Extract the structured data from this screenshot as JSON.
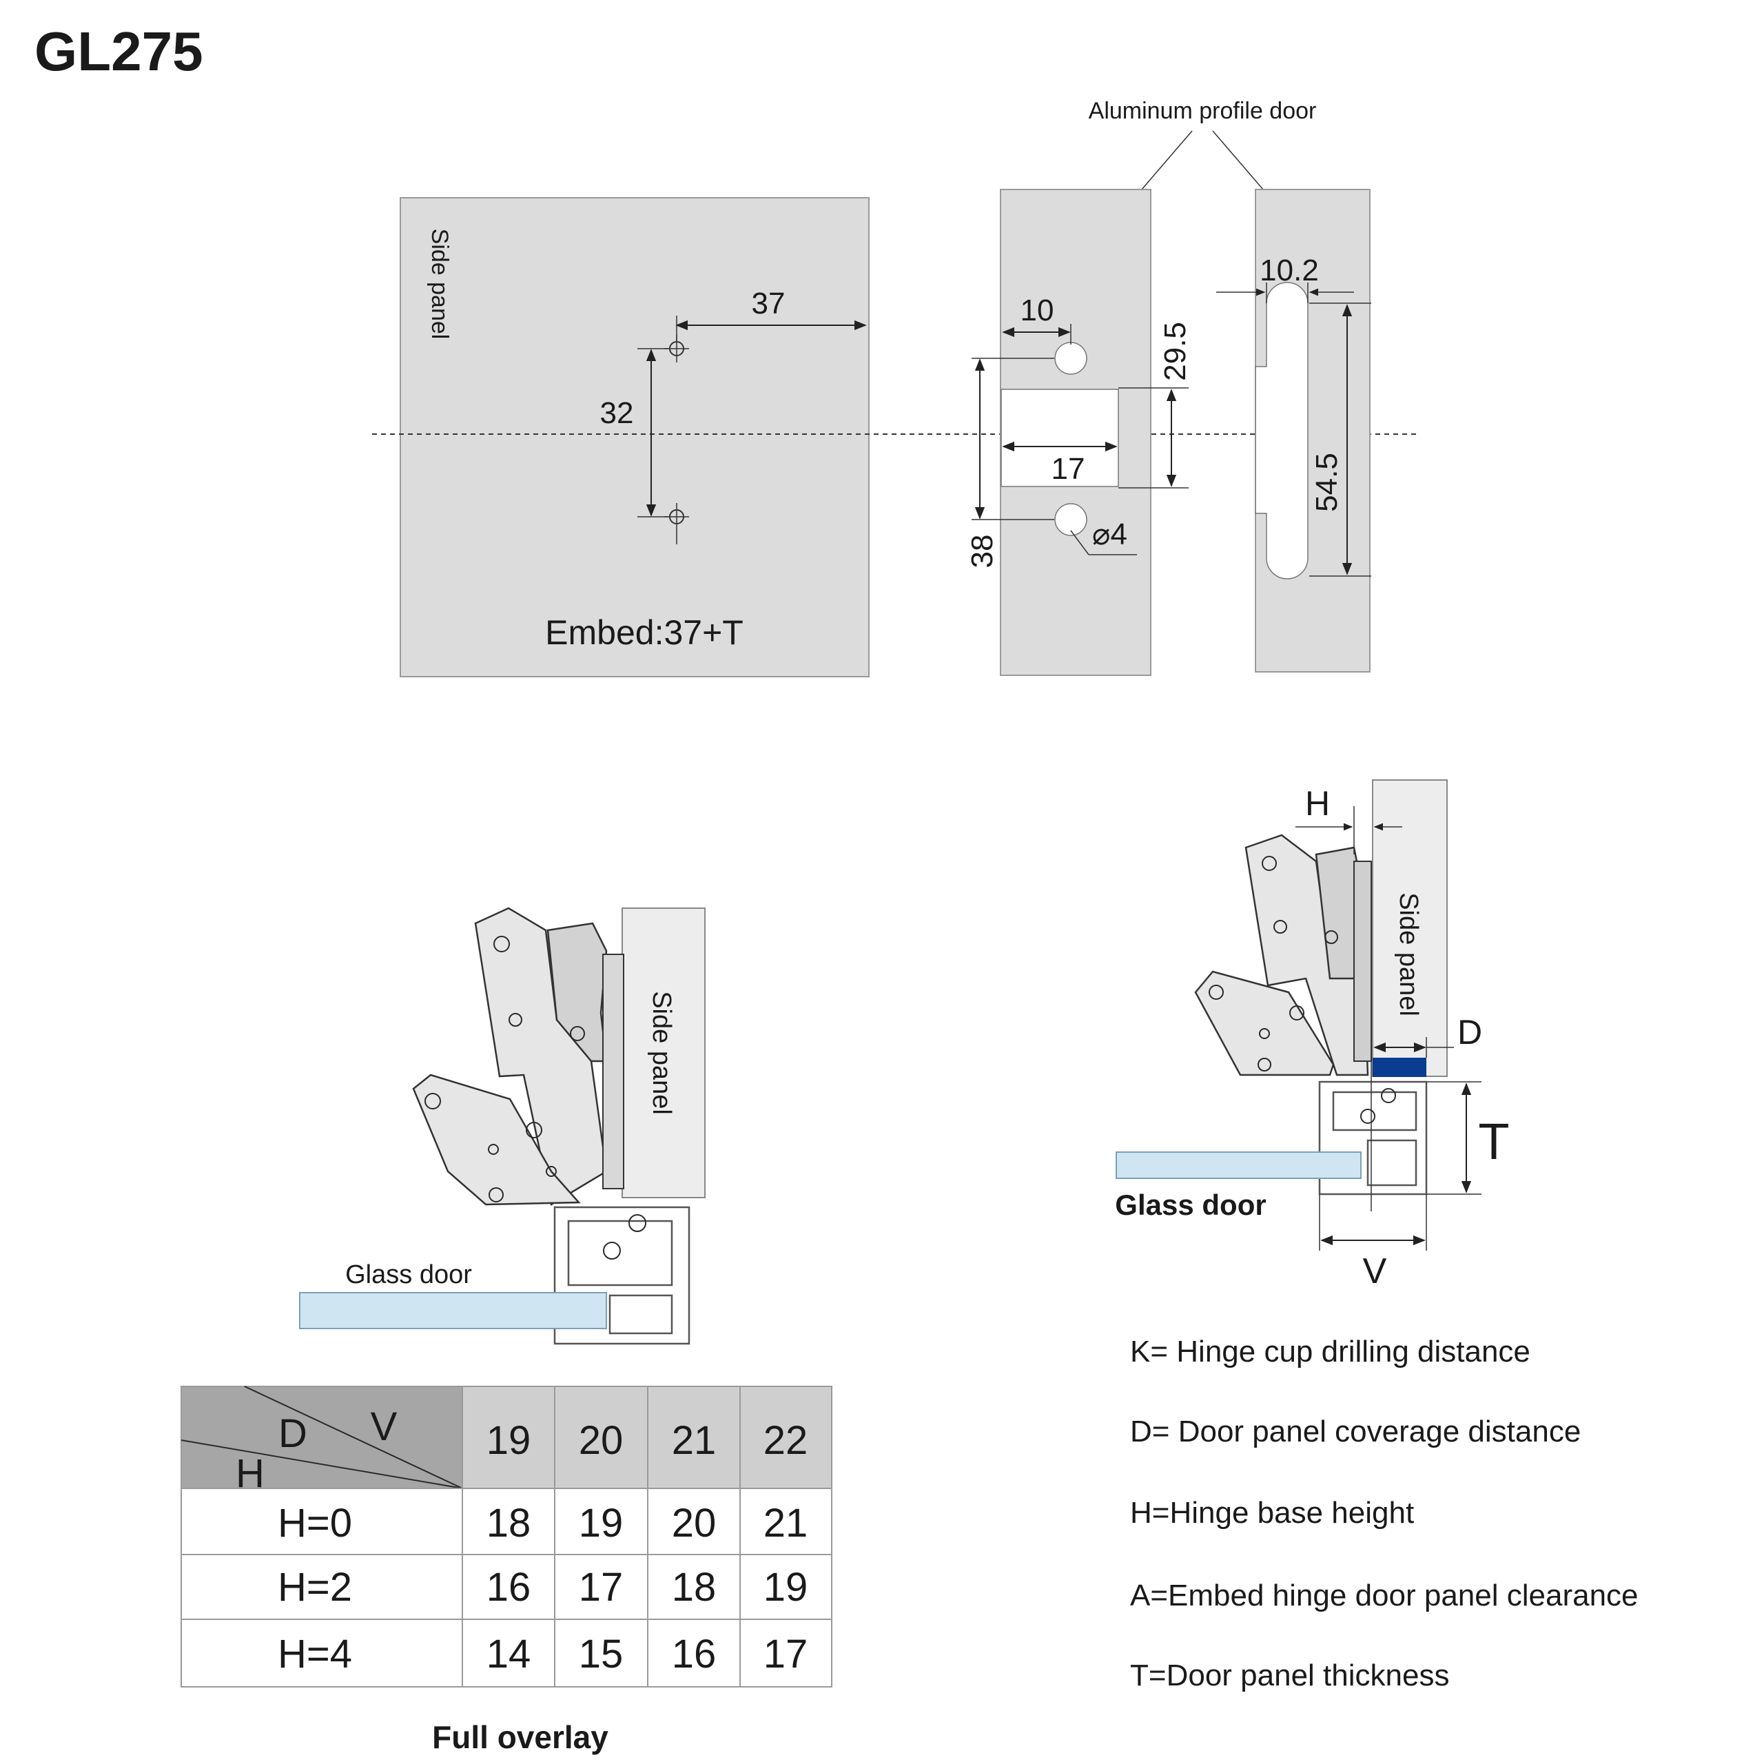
{
  "title": "GL275",
  "drilling": {
    "side_panel_label": "Side panel",
    "dim_37": "37",
    "dim_32": "32",
    "embed_label": "Embed:37+T"
  },
  "profile": {
    "callout": "Aluminum profile door",
    "dim_10": "10",
    "dim_29_5": "29.5",
    "dim_17": "17",
    "dim_38": "38",
    "dim_d4": "⌀4",
    "dim_10_2": "10.2",
    "dim_54_5": "54.5"
  },
  "left_view": {
    "side_panel_label": "Side panel",
    "glass_door_label": "Glass door"
  },
  "right_view": {
    "h_label": "H",
    "side_panel_label": "Side panel",
    "d_label": "D",
    "t_label": "T",
    "glass_door_label": "Glass door",
    "v_label": "V",
    "accent_color": "#0a3d8f"
  },
  "table": {
    "corner": {
      "d": "D",
      "v": "V",
      "h": "H"
    },
    "columns": [
      "19",
      "20",
      "21",
      "22"
    ],
    "rows": [
      {
        "label": "H=0",
        "values": [
          "18",
          "19",
          "20",
          "21"
        ]
      },
      {
        "label": "H=2",
        "values": [
          "16",
          "17",
          "18",
          "19"
        ]
      },
      {
        "label": "H=4",
        "values": [
          "14",
          "15",
          "16",
          "17"
        ]
      }
    ],
    "caption": "Full overlay"
  },
  "legend": [
    "K= Hinge cup drilling distance",
    "D= Door panel coverage distance",
    "H=Hinge base height",
    "A=Embed hinge door panel clearance",
    "T=Door panel thickness"
  ]
}
